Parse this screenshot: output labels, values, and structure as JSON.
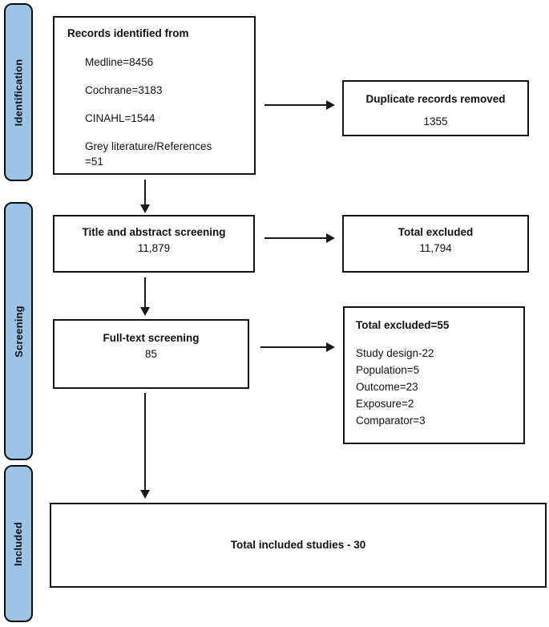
{
  "diagram": {
    "type": "prisma-flow",
    "stages": {
      "identification": {
        "label": "Identification"
      },
      "screening": {
        "label": "Screening"
      },
      "included": {
        "label": "Included"
      }
    },
    "boxes": {
      "records": {
        "title": "Records identified from",
        "lines": [
          "Medline=8456",
          "Cochrane=3183",
          "CINAHL=1544",
          "Grey literature/References =51"
        ]
      },
      "duplicates": {
        "title": "Duplicate records removed",
        "value": "1355"
      },
      "title_abstract": {
        "title": "Title and abstract screening",
        "value": "11,879"
      },
      "total_excluded": {
        "title": "Total excluded",
        "value": "11,794"
      },
      "fulltext": {
        "title": "Full-text screening",
        "value": "85"
      },
      "fulltext_excluded": {
        "title": "Total excluded=55",
        "lines": [
          "Study design-22",
          "Population=5",
          "Outcome=23",
          "Exposure=2",
          "Comparator=3"
        ]
      },
      "included": {
        "title": "Total included studies - 30"
      }
    },
    "colors": {
      "stage_fill": "#9DC3E6",
      "stage_border": "#0d0d0d",
      "box_border": "#151515",
      "arrow": "#1a1a1a",
      "background": "#ffffff"
    }
  }
}
